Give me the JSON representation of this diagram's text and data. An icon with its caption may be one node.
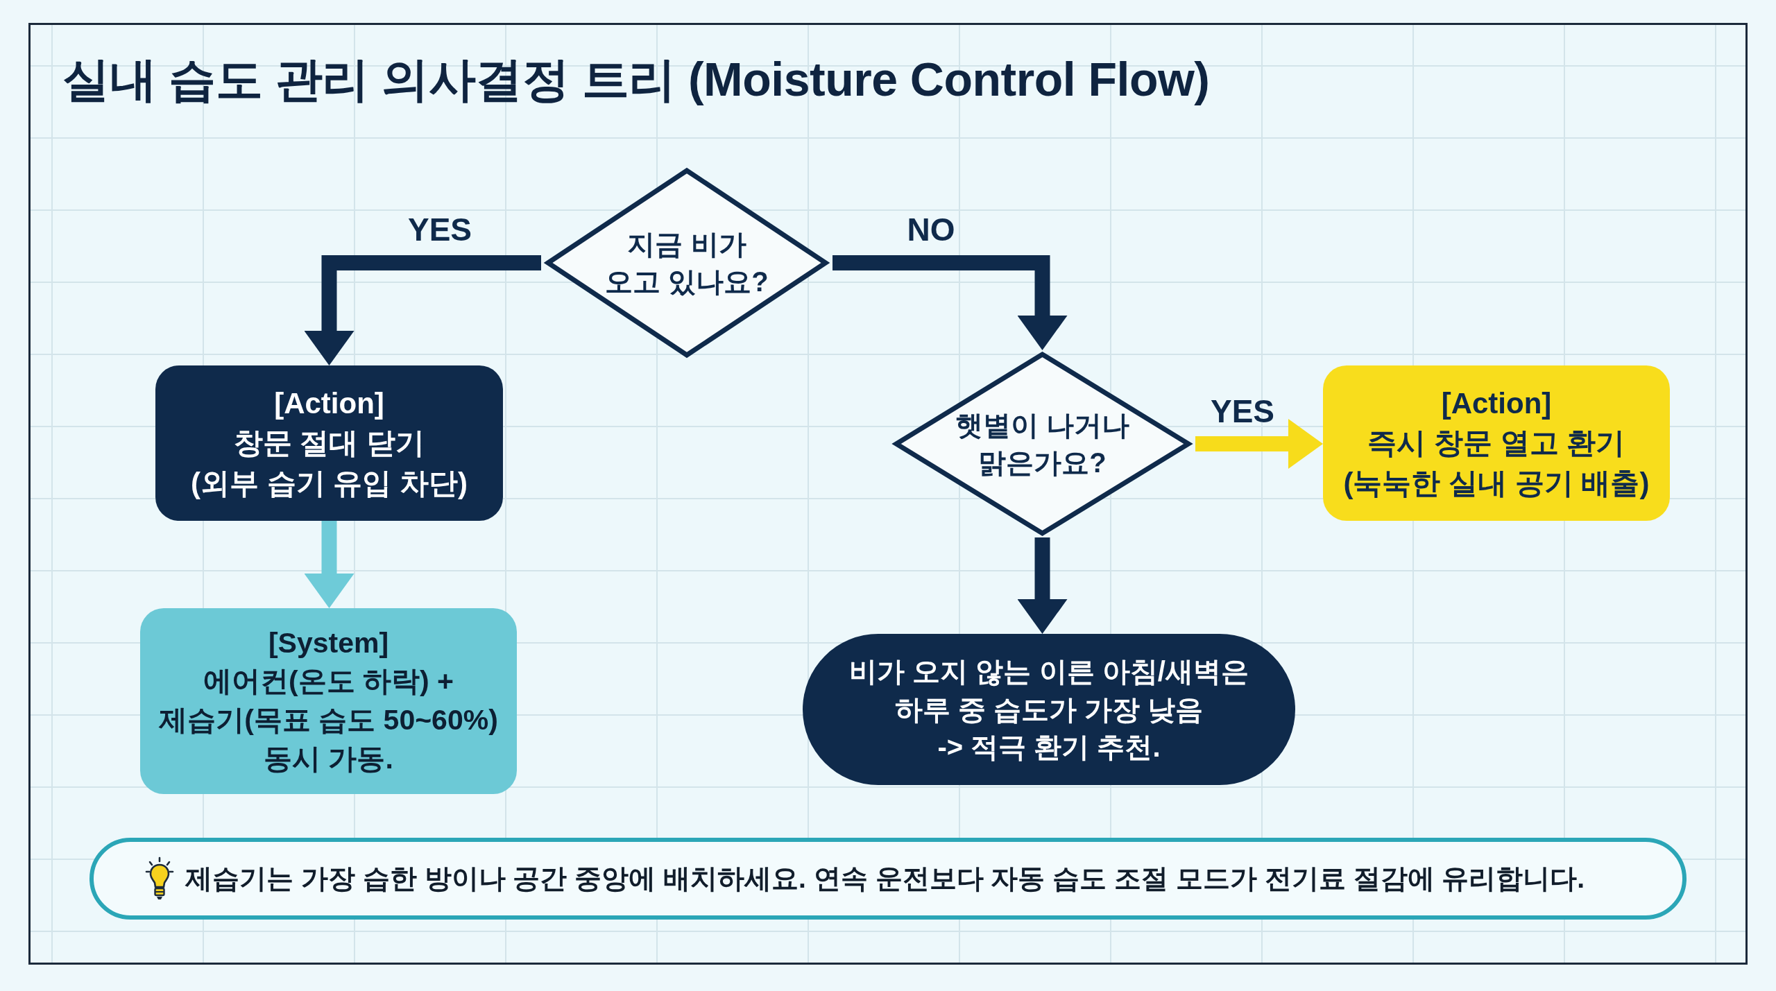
{
  "diagram": {
    "title": "실내 습도 관리 의사결정 트리 (Moisture Control Flow)",
    "nodes": [
      {
        "text": [
          "지금 비가 오고 있나요?"
        ]
      },
      {
        "text": [
          "[Action]",
          "창문 절대 닫기 (외부 습기 유입 차단)"
        ]
      },
      {
        "text": [
          "햇볕이 나거나 맑은가요?"
        ]
      },
      {
        "text": [
          "[Action]",
          "즉시 창문 열고 환기 (눅눅한 실내 공기 배출)"
        ]
      },
      {
        "text": [
          "[System]",
          "에어컨(온도 하락) + 제습기(목표 습도 50~60%) 동시 가동."
        ]
      },
      {
        "text": [
          "비가 오지 않는 이른 아침/새벽은 하루 중 습도가 가장 낮음 -> 적극 환기 추천."
        ]
      },
      {
        "text": [
          "제습기는 가장 습한 방이나 공간 중앙에 배치하세요. 연속 운전보다 자동 습도 조절 모드가 전기료 절감에 유리합니다."
        ]
      }
    ],
    "edges": [
      {
        "from": 0,
        "to": 1,
        "arrow": "to",
        "label": "YES"
      },
      {
        "from": 0,
        "to": 2,
        "arrow": "to",
        "label": "NO"
      },
      {
        "from": 1,
        "to": 4,
        "arrow": "to",
        "color": "#6ecbd8"
      },
      {
        "from": 2,
        "to": 3,
        "arrow": "to",
        "label": "YES",
        "color": "#f7dc1b"
      },
      {
        "from": 2,
        "to": 5,
        "arrow": "to"
      }
    ]
  }
}
